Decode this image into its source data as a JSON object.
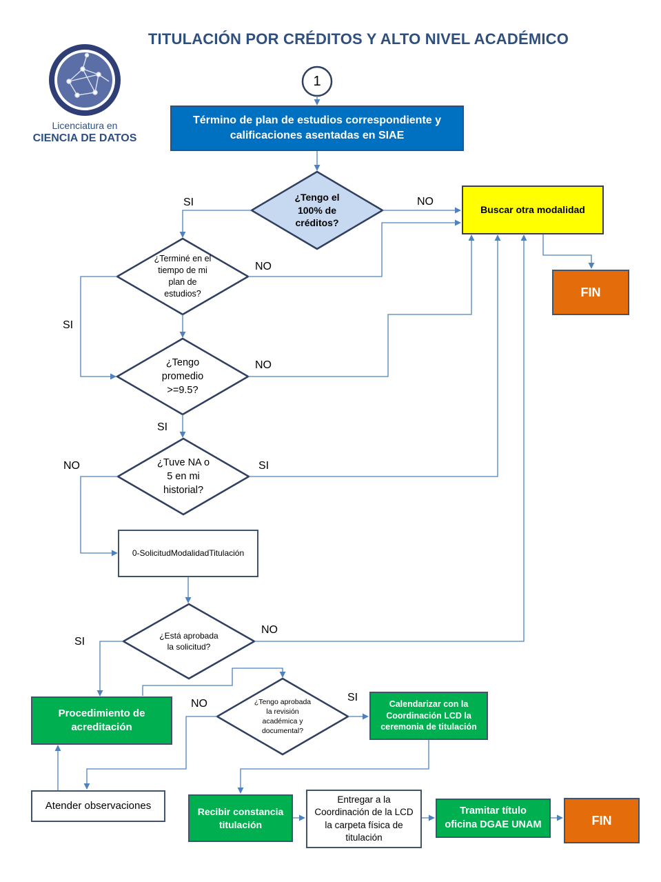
{
  "title": "TITULACIÓN POR CRÉDITOS Y ALTO NIVEL ACADÉMICO",
  "logo": {
    "line1": "Licenciatura en",
    "line2": "CIENCIA DE DATOS"
  },
  "start_node": "1",
  "nodes": {
    "termino_plan": "Término de plan de estudios correspondiente y calificaciones asentadas en SIAE",
    "q_100_creditos": "¿Tengo el 100% de créditos?",
    "buscar_otra": "Buscar otra modalidad",
    "fin_top": "FIN",
    "q_tiempo": "¿Terminé en el tiempo de mi plan de estudios?",
    "q_promedio": "¿Tengo promedio >=9.5?",
    "q_na": "¿Tuve NA o 5 en mi historial?",
    "solicitud": "0-SolicitudModalidadTitulación",
    "q_aprobada": "¿Está aprobada la solicitud?",
    "procedimiento": "Procedimiento de acreditación",
    "q_revision": "¿Tengo aprobada la revisión académica y documental?",
    "calendarizar": "Calendarizar con la Coordinación LCD la ceremonia de titulación",
    "atender": "Atender observaciones",
    "recibir": "Recibir constancia titulación",
    "entregar": "Entregar a la Coordinación de la LCD la carpeta física de titulación",
    "tramitar": "Tramitar título oficina DGAE UNAM",
    "fin_bottom": "FIN"
  },
  "edge_labels": {
    "si_100": "SI",
    "no_100": "NO",
    "no_tiempo": "NO",
    "si_tiempo": "SI",
    "no_promedio": "NO",
    "si_promedio": "SI",
    "no_na": "NO",
    "si_na": "SI",
    "no_aprobada": "NO",
    "si_aprobada": "SI",
    "no_revision": "NO",
    "si_revision": "SI"
  },
  "colors": {
    "title": "#2f4f7f",
    "blue_box": "#0070c0",
    "yellow_box": "#ffff00",
    "orange_box": "#e46c0a",
    "green_box": "#00b050",
    "diamond_fill": "#c6d9f1",
    "line": "#4f81bd",
    "border": "#41546b"
  }
}
